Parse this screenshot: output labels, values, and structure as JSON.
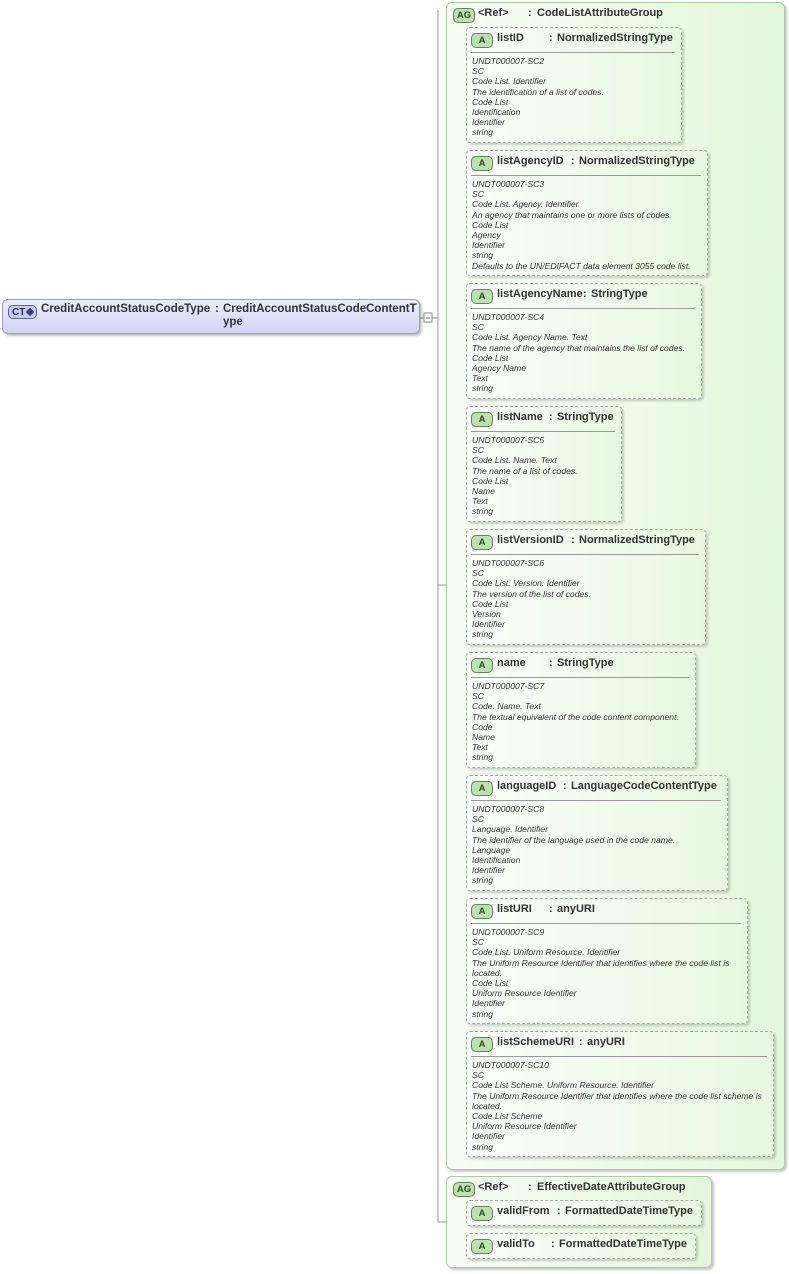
{
  "complex_type": {
    "badge": "CT",
    "name": "CreditAccountStatusCodeType",
    "colon": ":",
    "type": "CreditAccountStatusCodeContentType"
  },
  "groups": [
    {
      "badge": "AG",
      "ref": "<Ref>",
      "colon": ":",
      "name": "CodeListAttributeGroup",
      "attributes": [
        {
          "badge": "A",
          "name": "listID",
          "type": "NormalizedStringType",
          "doc": [
            "UNDT000007-SC2",
            "SC",
            "Code List. Identifier",
            "The identification of a list of codes.",
            "Code List",
            "Identification",
            "Identifier",
            "string"
          ]
        },
        {
          "badge": "A",
          "name": "listAgencyID",
          "type": "NormalizedStringType",
          "doc": [
            "UNDT000007-SC3",
            "SC",
            "Code List. Agency. Identifier",
            "An agency that maintains one or more lists of codes.",
            "Code List",
            "Agency",
            "Identifier",
            "string",
            "Defaults to the UN/EDIFACT data element 3055 code list."
          ]
        },
        {
          "badge": "A",
          "name": "listAgencyName",
          "type": "StringType",
          "doc": [
            "UNDT000007-SC4",
            "SC",
            "Code List. Agency Name. Text",
            "The name of the agency that maintains the list of codes.",
            "Code List",
            "Agency Name",
            "Text",
            "string"
          ]
        },
        {
          "badge": "A",
          "name": "listName",
          "type": "StringType",
          "doc": [
            "UNDT000007-SC5",
            "SC",
            "Code List. Name. Text",
            "The name of a list of codes.",
            "Code List",
            "Name",
            "Text",
            "string"
          ]
        },
        {
          "badge": "A",
          "name": "listVersionID",
          "type": "NormalizedStringType",
          "doc": [
            "UNDT000007-SC6",
            "SC",
            "Code List. Version. Identifier",
            "The version of the list of codes.",
            "Code List",
            "Version",
            "Identifier",
            "string"
          ]
        },
        {
          "badge": "A",
          "name": "name",
          "type": "StringType",
          "doc": [
            "UNDT000007-SC7",
            "SC",
            "Code. Name. Text",
            "The textual equivalent of the code content component.",
            "Code",
            "Name",
            "Text",
            "string"
          ]
        },
        {
          "badge": "A",
          "name": "languageID",
          "type": "LanguageCodeContentType",
          "doc": [
            "UNDT000007-SC8",
            "SC",
            "Language. Identifier",
            "The identifier of the language used in the code name.",
            "Language",
            "Identification",
            "Identifier",
            "string"
          ]
        },
        {
          "badge": "A",
          "name": "listURI",
          "type": "anyURI",
          "doc": [
            "UNDT000007-SC9",
            "SC",
            "Code List. Uniform Resource. Identifier",
            "The Uniform Resource Identifier that identifies where the code list is located.",
            "Code List",
            "Uniform Resource Identifier",
            "Identifier",
            "string"
          ]
        },
        {
          "badge": "A",
          "name": "listSchemeURI",
          "type": "anyURI",
          "doc": [
            "UNDT000007-SC10",
            "SC",
            "Code List Scheme. Uniform Resource. Identifier",
            "The Uniform Resource Identifier that identifies where the code list scheme is located.",
            "Code List Scheme",
            "Uniform Resource Identifier",
            "Identifier",
            "string"
          ]
        }
      ]
    },
    {
      "badge": "AG",
      "ref": "<Ref>",
      "colon": ":",
      "name": "EffectiveDateAttributeGroup",
      "attributes": [
        {
          "badge": "A",
          "name": "validFrom",
          "type": "FormattedDateTimeType",
          "doc": []
        },
        {
          "badge": "A",
          "name": "validTo",
          "type": "FormattedDateTimeType",
          "doc": []
        }
      ]
    }
  ]
}
